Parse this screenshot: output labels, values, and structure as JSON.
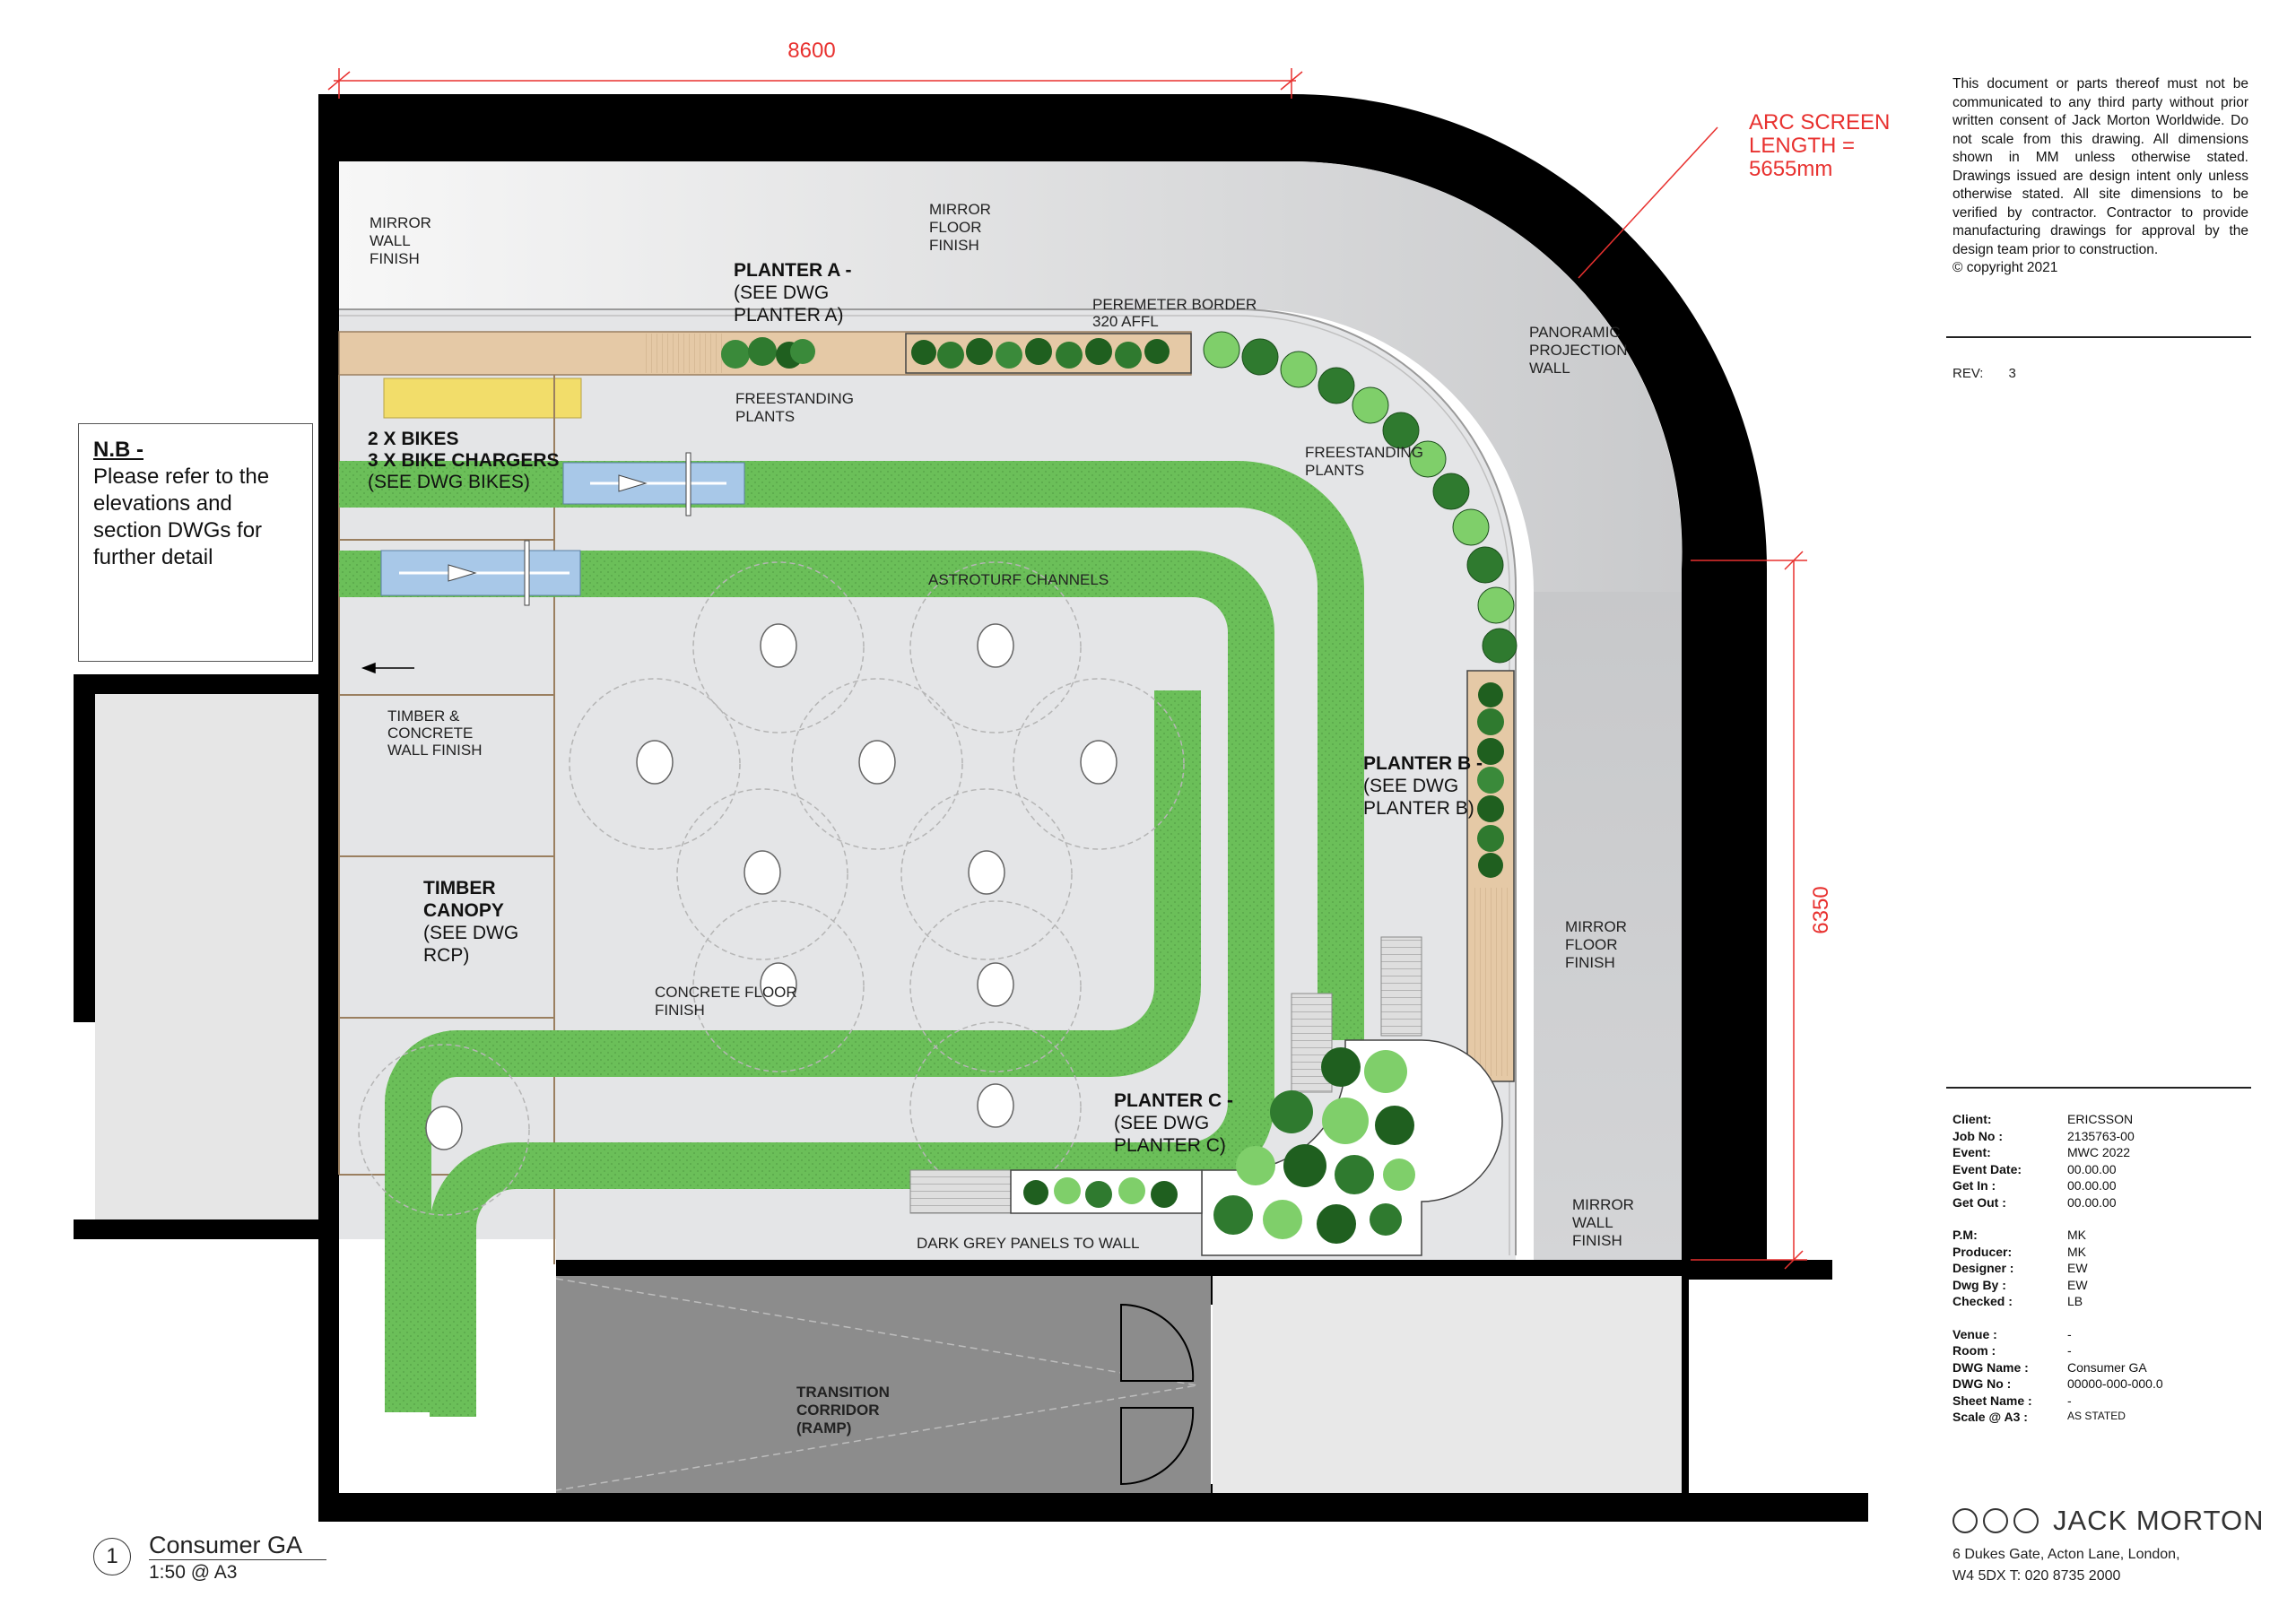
{
  "dimensions": {
    "top_width": "8600",
    "right_height": "6350",
    "arc_screen": [
      "ARC SCREEN",
      "LENGTH =",
      "5655mm"
    ]
  },
  "labels": {
    "mirror_wall_finish_tl": [
      "MIRROR",
      "WALL",
      "FINISH"
    ],
    "mirror_floor_finish_top": [
      "MIRROR",
      "FLOOR",
      "FINISH"
    ],
    "planter_a": [
      "PLANTER A -",
      "(SEE DWG",
      "PLANTER A)"
    ],
    "perimeter_border": [
      "PEREMETER BORDER",
      "320 AFFL"
    ],
    "freestanding_plants_top": [
      "FREESTANDING",
      "PLANTS"
    ],
    "freestanding_plants_right": [
      "FREESTANDING",
      "PLANTS"
    ],
    "panoramic_wall": [
      "PANORAMIC",
      "PROJECTION",
      "WALL"
    ],
    "bikes": [
      "2 X BIKES",
      "3 X BIKE CHARGERS",
      "(SEE DWG BIKES)"
    ],
    "astroturf": "ASTROTURF CHANNELS",
    "timber_concrete": [
      "TIMBER &",
      "CONCRETE",
      "WALL FINISH"
    ],
    "planter_b": [
      "PLANTER B -",
      "(SEE DWG",
      "PLANTER B)"
    ],
    "timber_canopy": [
      "TIMBER",
      "CANOPY",
      "(SEE DWG",
      "RCP)"
    ],
    "concrete_floor": [
      "CONCRETE FLOOR",
      "FINISH"
    ],
    "mirror_floor_finish_right": [
      "MIRROR",
      "FLOOR",
      "FINISH"
    ],
    "planter_c": [
      "PLANTER C -",
      "(SEE DWG",
      "PLANTER C)"
    ],
    "mirror_wall_finish_br": [
      "MIRROR",
      "WALL",
      "FINISH"
    ],
    "dark_grey_panels": "DARK GREY PANELS TO WALL",
    "transition_corridor": [
      "TRANSITION",
      "CORRIDOR",
      "(RAMP)"
    ]
  },
  "note": {
    "title": "N.B -",
    "lines": [
      "Please refer to the",
      "elevations and",
      "section DWGs for",
      "further detail"
    ]
  },
  "disclaimer": "This document or parts thereof must not be communicated to any third party without prior written consent of Jack Morton Worldwide. Do not scale from this drawing. All dimensions shown in MM unless otherwise stated. Drawings issued are design intent only unless otherwise stated. All site dimensions to be verified by contractor. Contractor to provide manufacturing drawings for approval by the design team prior to construction.",
  "copyright": "© copyright 2021",
  "revision": {
    "label": "REV:",
    "value": "3"
  },
  "title_block": {
    "group1": [
      {
        "k": "Client:",
        "v": "ERICSSON"
      },
      {
        "k": "Job No :",
        "v": "2135763-00"
      },
      {
        "k": "Event:",
        "v": "MWC 2022"
      },
      {
        "k": "Event Date:",
        "v": "00.00.00"
      },
      {
        "k": "Get In :",
        "v": "00.00.00"
      },
      {
        "k": "Get Out :",
        "v": "00.00.00"
      }
    ],
    "group2": [
      {
        "k": "P.M:",
        "v": "MK"
      },
      {
        "k": "Producer:",
        "v": "MK"
      },
      {
        "k": "Designer :",
        "v": "EW"
      },
      {
        "k": "Dwg By :",
        "v": "EW"
      },
      {
        "k": "Checked :",
        "v": "LB"
      }
    ],
    "group3": [
      {
        "k": "Venue :",
        "v": "-"
      },
      {
        "k": "Room :",
        "v": "-"
      },
      {
        "k": "DWG Name :",
        "v": "Consumer GA"
      },
      {
        "k": "DWG No :",
        "v": "00000-000-000.0"
      },
      {
        "k": "Sheet Name :",
        "v": "-"
      },
      {
        "k": "Scale @ A3 :",
        "v": "AS STATED"
      }
    ]
  },
  "company": {
    "name": "JACK MORTON",
    "address_1": "6 Dukes Gate, Acton Lane, London,",
    "address_2": "W4 5DX   T: 020 8735 2000"
  },
  "drawing": {
    "number": "1",
    "name": "Consumer GA",
    "scale": "1:50 @ A3"
  },
  "colors": {
    "wall": "#000000",
    "astroturf": "#6bbf59",
    "floor": "#e4e5e7",
    "mirror": "#cfd0d2",
    "timber": "#e5c9a6",
    "bike_mat": "#a8c8e8",
    "yellow_block": "#f2dd6a",
    "corridor": "#8c8c8c",
    "dimension": "#e8312f"
  }
}
